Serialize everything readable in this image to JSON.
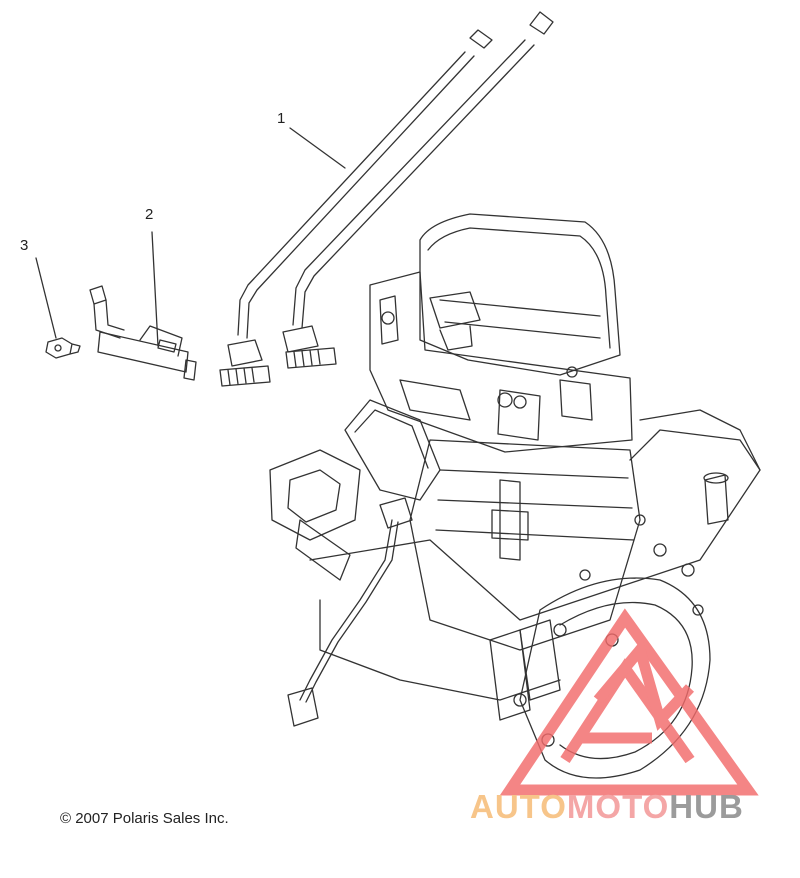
{
  "diagram": {
    "callouts": [
      {
        "id": "1",
        "label": "1"
      },
      {
        "id": "2",
        "label": "2"
      },
      {
        "id": "3",
        "label": "3"
      }
    ],
    "copyright": "© 2007 Polaris Sales Inc.",
    "watermark": {
      "part1": "AUTO",
      "part2": "MOTO",
      "part3": "HUB",
      "colors": {
        "auto": "#f7c58a",
        "moto": "#f4a6a6",
        "hub": "#9b9b9b",
        "logo": "#f26b6b"
      }
    }
  }
}
